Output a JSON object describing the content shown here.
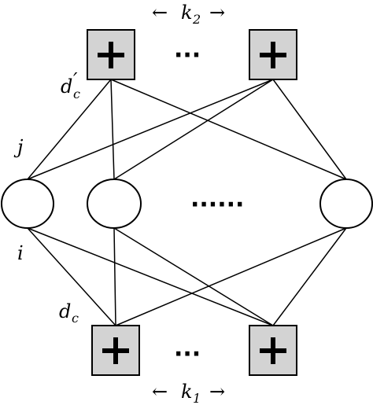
{
  "top_label": {
    "arrow_left": "←",
    "var": "k",
    "sub": "2",
    "arrow_right": "→"
  },
  "bottom_label": {
    "arrow_left": "←",
    "var": "k",
    "sub": "1",
    "arrow_right": "→"
  },
  "top_dots": "···",
  "bottom_dots": "···",
  "middle_dots": "······",
  "edge_labels": {
    "d_prime": {
      "var": "d",
      "prime": "′",
      "sub": "c"
    },
    "d": {
      "var": "d",
      "sub": "c"
    },
    "j": "j",
    "i": "i"
  },
  "colors": {
    "box_fill": "#d3d3d3",
    "stroke": "#000000"
  }
}
